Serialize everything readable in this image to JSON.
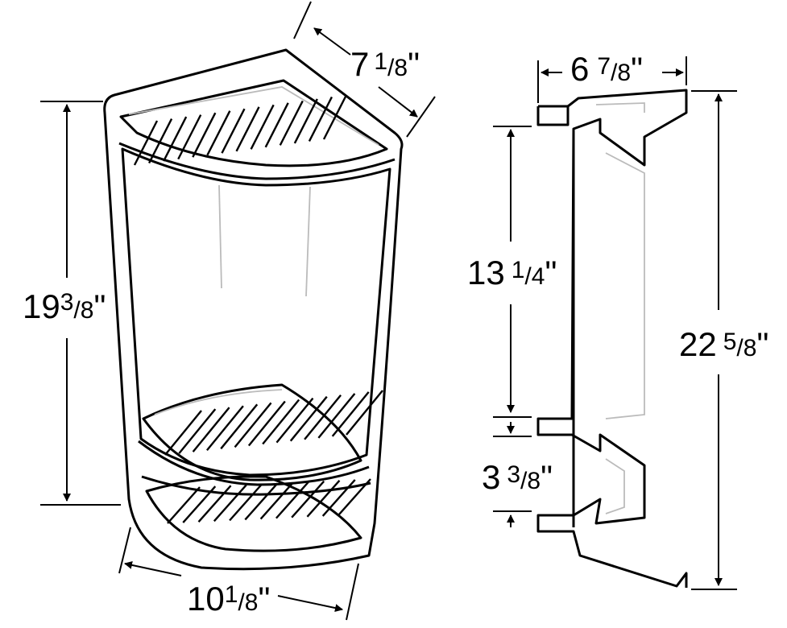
{
  "dimensions": {
    "corner_depth": {
      "whole": "7",
      "num": "1",
      "den": "8",
      "unit": "\""
    },
    "shelf_height": {
      "whole": "19",
      "num": "3",
      "den": "8",
      "unit": "\""
    },
    "front_width": {
      "whole": "10",
      "num": "1",
      "den": "8",
      "unit": "\""
    },
    "side_depth": {
      "whole": "6",
      "num": "7",
      "den": "8",
      "unit": "\""
    },
    "upper_gap": {
      "whole": "13",
      "num": "1",
      "den": "4",
      "unit": "\""
    },
    "lower_gap": {
      "whole": "3",
      "num": "3",
      "den": "8",
      "unit": "\""
    },
    "total_height": {
      "whole": "22",
      "num": "5",
      "den": "8",
      "unit": "\""
    }
  },
  "colors": {
    "line": "#000000",
    "hidden_line": "#bbbbbb",
    "background": "#ffffff"
  }
}
